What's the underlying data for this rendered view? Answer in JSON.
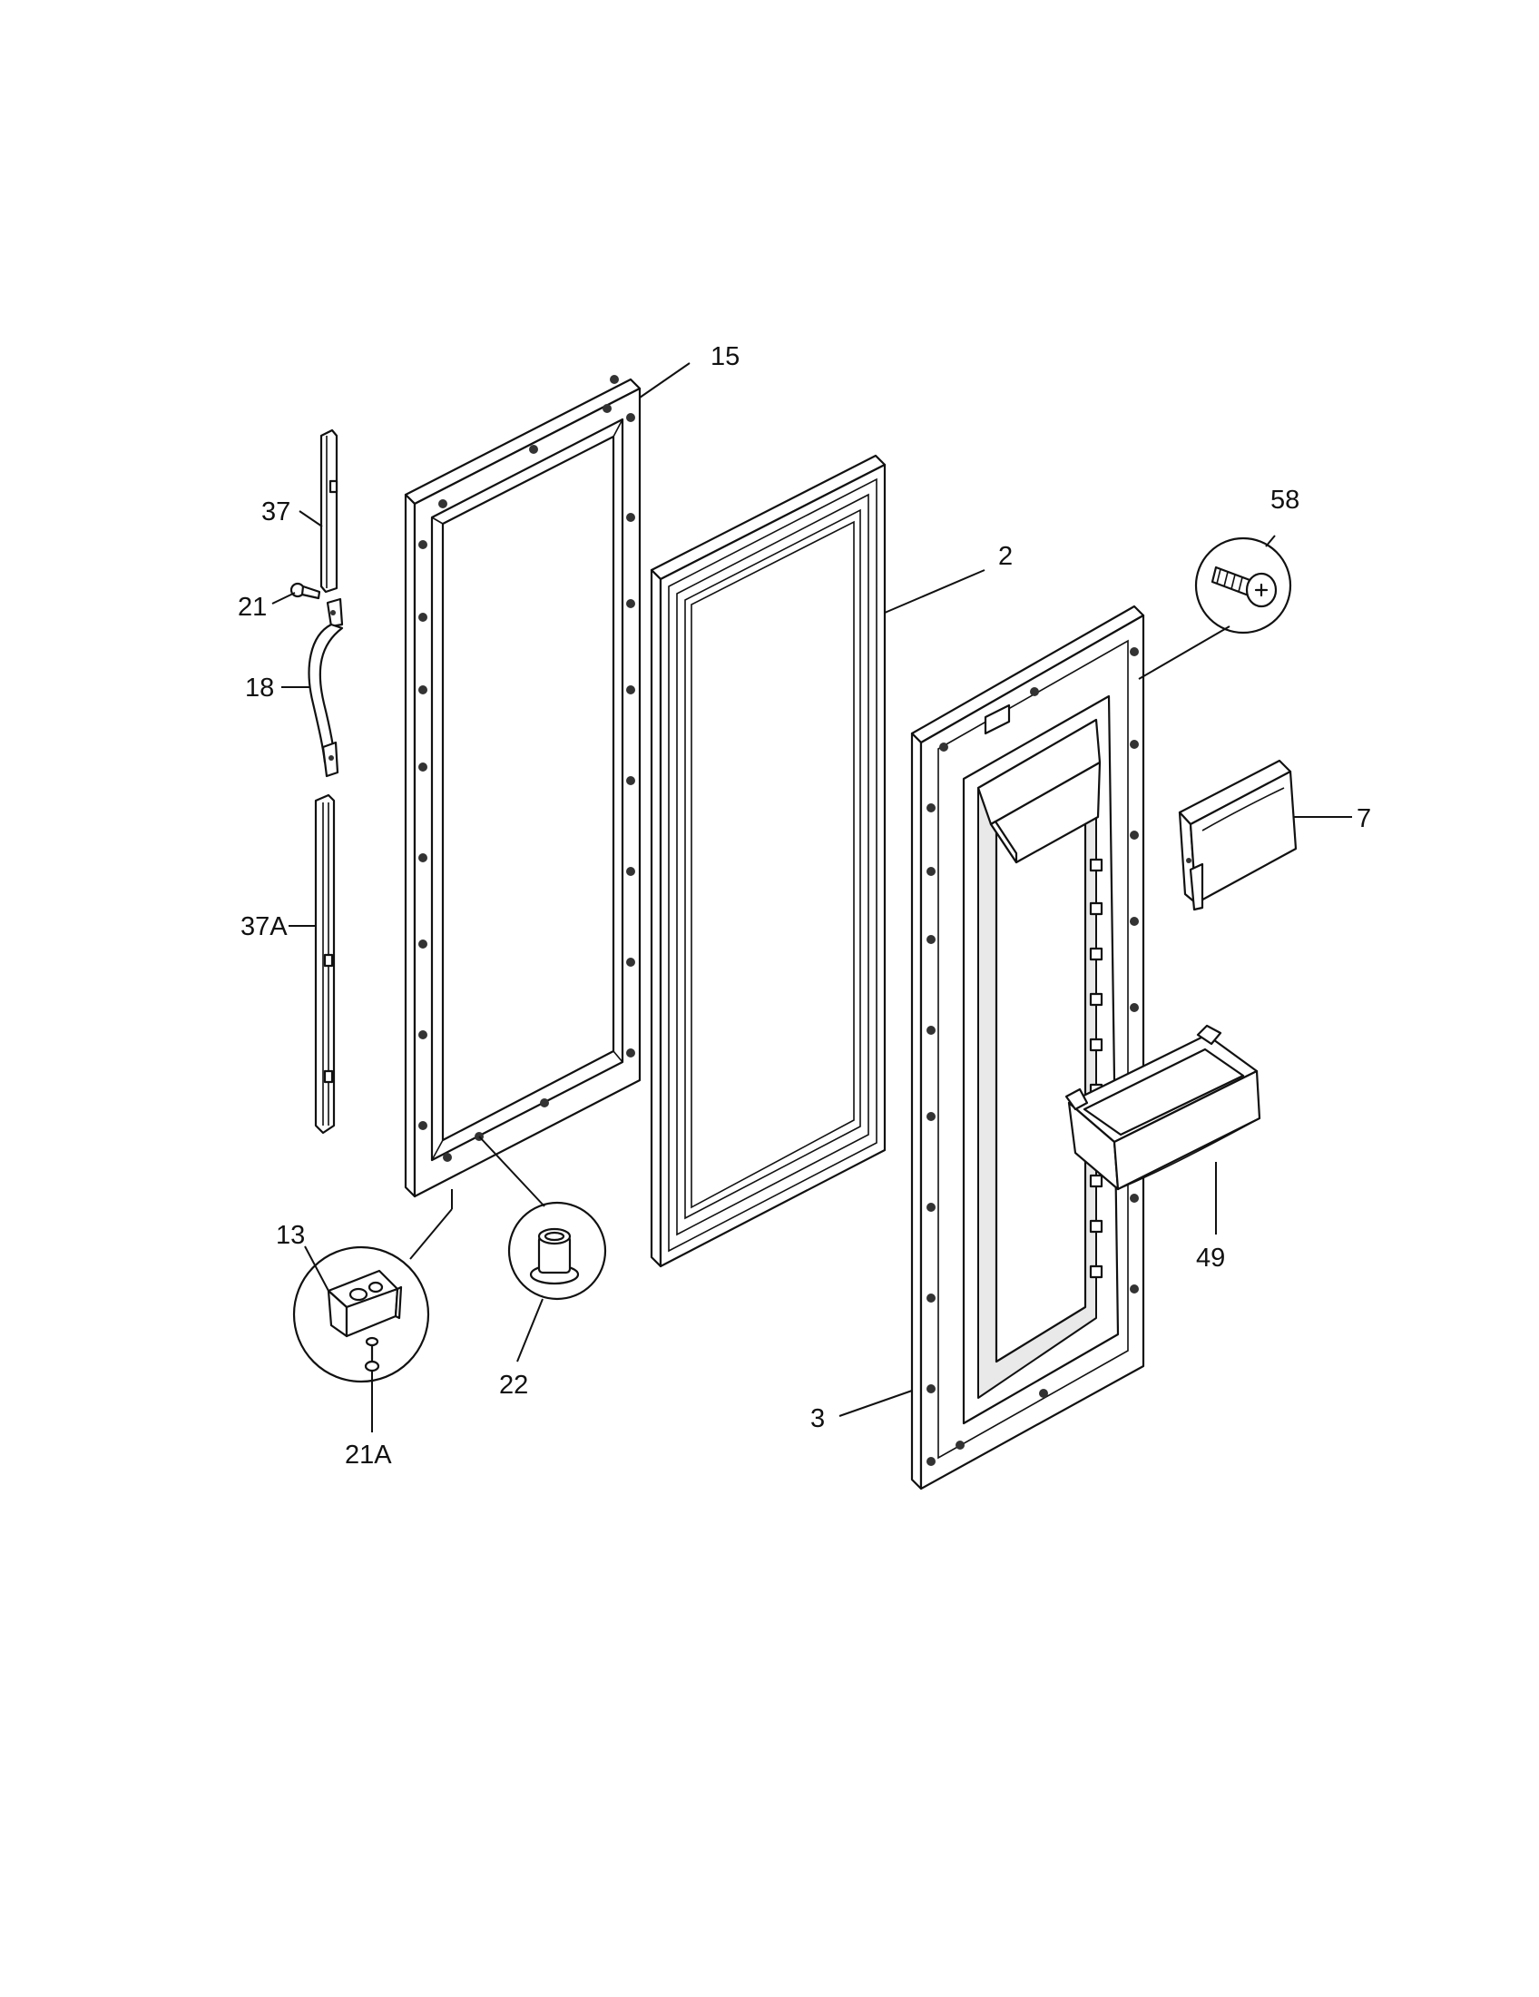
{
  "diagram": {
    "part_labels": {
      "p15": "15",
      "p2": "2",
      "p58": "58",
      "p7": "7",
      "p37": "37",
      "p21": "21",
      "p18": "18",
      "p37a": "37A",
      "p49": "49",
      "p13": "13",
      "p22": "22",
      "p3": "3",
      "p21a": "21A"
    }
  }
}
